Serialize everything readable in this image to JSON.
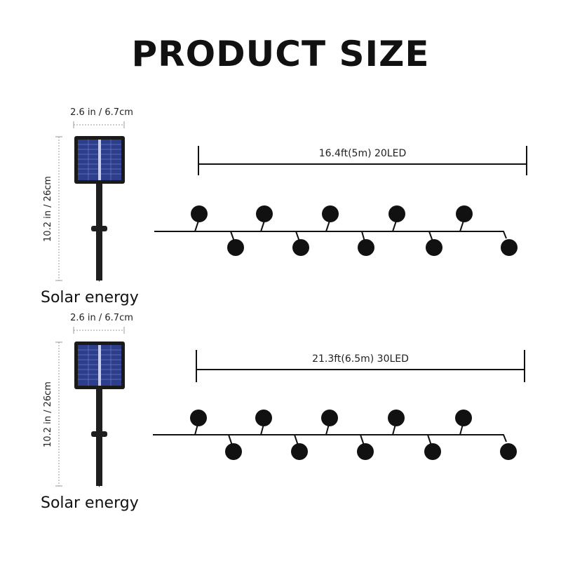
{
  "title": "PRODUCT SIZE",
  "products": [
    {
      "panel_width_label": "2.6 in / 6.7cm",
      "height_label": "10.2 in / 26cm",
      "caption": "Solar energy",
      "length_label": "16.4ft(5m) 20LED"
    },
    {
      "panel_width_label": "2.6 in / 6.7cm",
      "height_label": "10.2 in / 26cm",
      "caption": "Solar energy",
      "length_label": "21.3ft(6.5m) 30LED"
    }
  ],
  "icons": [
    "solar-panel-icon",
    "ground-stake-icon",
    "led-bulb-icon"
  ],
  "colors": {
    "panel_cell": "#2c3e8c",
    "panel_frame": "#1a1a1a",
    "bulb": "#111111",
    "text": "#111111"
  }
}
